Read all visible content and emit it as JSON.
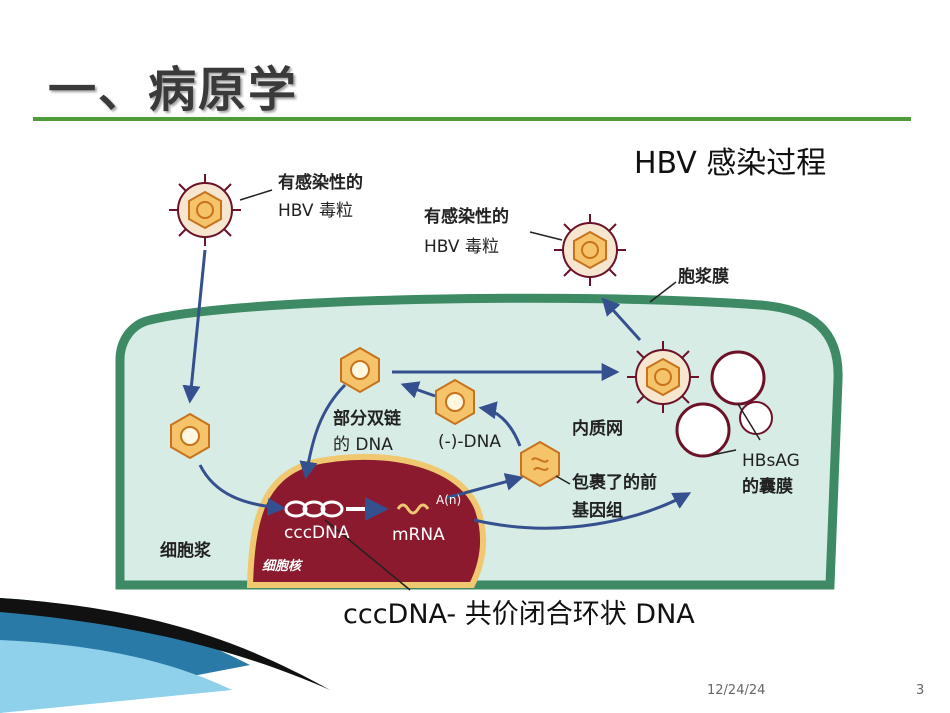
{
  "slide": {
    "title": "一、病原学",
    "subtitle": "HBV 感染过程",
    "caption": "cccDNA- 共价闭合环状 DNA",
    "date": "12/24/24",
    "page_number": "3"
  },
  "diagram": {
    "infectious_virion_1": {
      "line1": "有感染性的",
      "line2": "HBV 毒粒"
    },
    "infectious_virion_2": {
      "line1": "有感染性的",
      "line2": "HBV 毒粒"
    },
    "plasma_membrane": "胞浆膜",
    "partial_dsdna": {
      "line1": "部分双链",
      "line2": "的 DNA"
    },
    "minus_dna": "(-)-DNA",
    "er": "内质网",
    "pregenome": {
      "line1": "包裹了的前",
      "line2": "基因组"
    },
    "hbsag": {
      "line1": "HBsAG",
      "line2": "的囊膜"
    },
    "cccdna": "cccDNA",
    "mrna": "mRNA",
    "polya": "A(n)",
    "cytoplasm": "细胞浆",
    "nucleus": "细胞核"
  },
  "colors": {
    "title_rule": "#4f9a3a",
    "cell_fill": "#d7ece4",
    "cell_border": "#3d8a64",
    "nucleus_fill": "#8b1a2e",
    "nucleus_border": "#f0c870",
    "arrow": "#35508f",
    "virion_fill": "#f4c36a",
    "spike": "#6b1228"
  }
}
